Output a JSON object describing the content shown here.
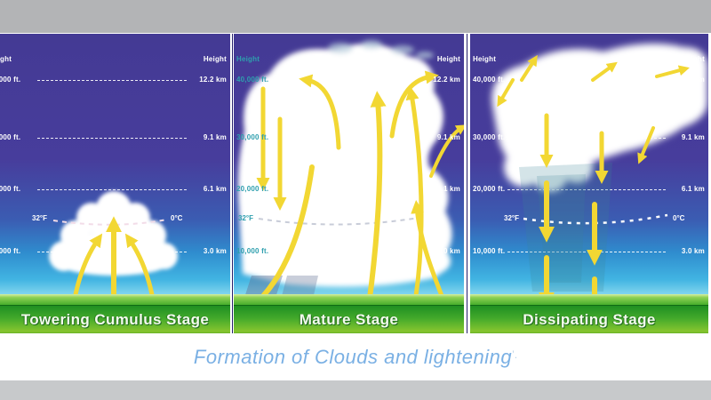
{
  "caption": {
    "text": "Formation of Clouds and lightening",
    "mark": "’."
  },
  "scale": {
    "header": "Height",
    "ft": [
      "40,000 ft.",
      "30,000 ft.",
      "20,000 ft.",
      "10,000 ft."
    ],
    "km": [
      "12.2 km",
      "9.1 km",
      "6.1 km",
      "3.0 km"
    ],
    "freezing_f": "32°F",
    "freezing_c": "0°C"
  },
  "panels": [
    {
      "stage_label": "Towering Cumulus Stage"
    },
    {
      "stage_label": "Mature Stage"
    },
    {
      "stage_label": "Dissipating Stage"
    }
  ],
  "colors": {
    "arrow_yellow": "#f2d733",
    "caption_blue": "#7ab0e4",
    "stage_bar_green": "#44aa2b",
    "sky_purple": "#473d9c",
    "sky_cyan": "#41b4e2",
    "teal_label": "#2e9fae",
    "freezing_dash_pink": "#f2dce8"
  }
}
